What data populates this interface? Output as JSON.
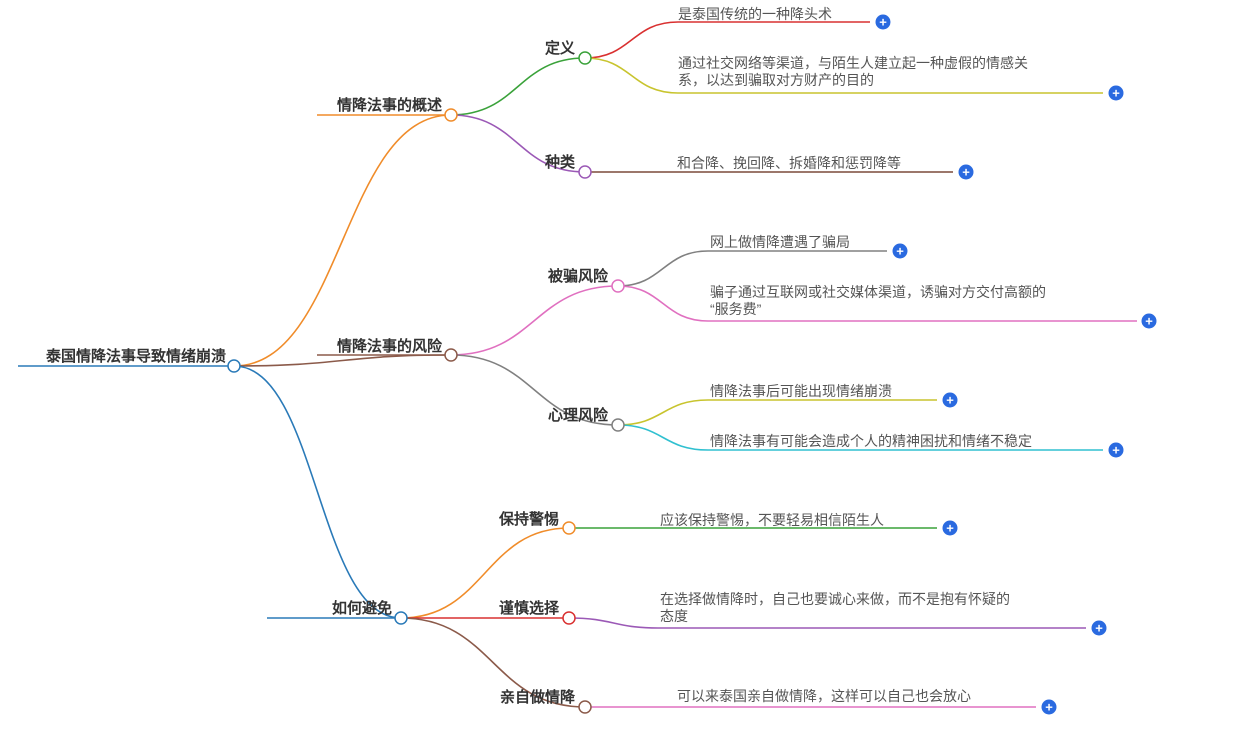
{
  "colors": {
    "root": "#2a7ab8",
    "overview": "#f08c2a",
    "risk": "#8b5a4a",
    "avoid": "#2a7ab8",
    "definition": "#3aa23a",
    "types": "#9b59b6",
    "leaf_def1": "#d93030",
    "leaf_def2": "#c8c42e",
    "leaf_types": "#7b4a3a",
    "scam": "#e070c0",
    "psych": "#808080",
    "leaf_scam1": "#808080",
    "leaf_scam2": "#e070c0",
    "leaf_psych1": "#c8c42e",
    "leaf_psych2": "#30c0d0",
    "alert": "#f08c2a",
    "careful": "#d93030",
    "self": "#8b5a4a",
    "leaf_alert": "#3aa23a",
    "leaf_careful": "#9b59b6",
    "leaf_self": "#e070c0",
    "plus": "#2a6ae0"
  },
  "root": {
    "label": "泰国情降法事导致情绪崩溃"
  },
  "branches": [
    {
      "label": "情降法事的概述",
      "children": [
        {
          "label": "定义",
          "leaves": [
            {
              "lines": [
                "是泰国传统的一种降头术"
              ]
            },
            {
              "lines": [
                "通过社交网络等渠道，与陌生人建立起一种虚假的情感关",
                "系，以达到骗取对方财产的目的"
              ]
            }
          ]
        },
        {
          "label": "种类",
          "leaves": [
            {
              "lines": [
                "和合降、挽回降、拆婚降和惩罚降等"
              ]
            }
          ]
        }
      ]
    },
    {
      "label": "情降法事的风险",
      "children": [
        {
          "label": "被骗风险",
          "leaves": [
            {
              "lines": [
                "网上做情降遭遇了骗局"
              ]
            },
            {
              "lines": [
                "骗子通过互联网或社交媒体渠道，诱骗对方交付高额的",
                "“服务费”"
              ]
            }
          ]
        },
        {
          "label": "心理风险",
          "leaves": [
            {
              "lines": [
                "情降法事后可能出现情绪崩溃"
              ]
            },
            {
              "lines": [
                "情降法事有可能会造成个人的精神困扰和情绪不稳定"
              ]
            }
          ]
        }
      ]
    },
    {
      "label": "如何避免",
      "children": [
        {
          "label": "保持警惕",
          "leaves": [
            {
              "lines": [
                "应该保持警惕，不要轻易相信陌生人"
              ]
            }
          ]
        },
        {
          "label": "谨慎选择",
          "leaves": [
            {
              "lines": [
                "在选择做情降时，自己也要诚心来做，而不是抱有怀疑的",
                "态度"
              ]
            }
          ]
        },
        {
          "label": "亲自做情降",
          "leaves": [
            {
              "lines": [
                "可以来泰国亲自做情降，这样可以自己也会放心"
              ]
            }
          ]
        }
      ]
    }
  ],
  "plus_symbol": "+"
}
